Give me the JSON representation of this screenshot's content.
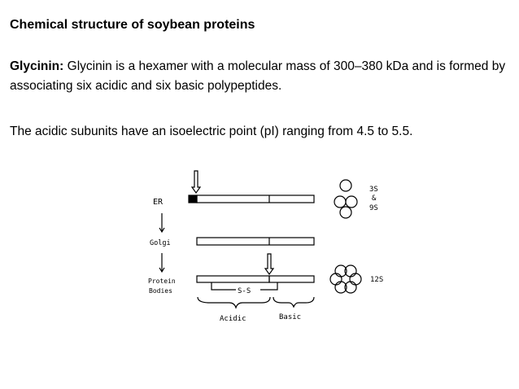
{
  "slide": {
    "title": "Chemical structure of soybean proteins",
    "paragraph1_label": "Glycinin:",
    "paragraph1_text": " Glycinin is a hexamer with a molecular mass of 300–380 kDa and is formed by associating six acidic and six basic polypeptides.",
    "paragraph2": "The acidic subunits have an isoelectric point (pI) ranging from 4.5 to 5.5."
  },
  "diagram": {
    "compartments": [
      "ER",
      "Golgi",
      "Protein Bodies"
    ],
    "protein_bodies_line1": "Protein",
    "protein_bodies_line2": "Bodies",
    "disulfide_label": "S-S",
    "acidic_label": "Acidic",
    "basic_label": "Basic",
    "form_3s": "3S",
    "form_and": "&",
    "form_9s": "9S",
    "form_12s": "12S"
  }
}
